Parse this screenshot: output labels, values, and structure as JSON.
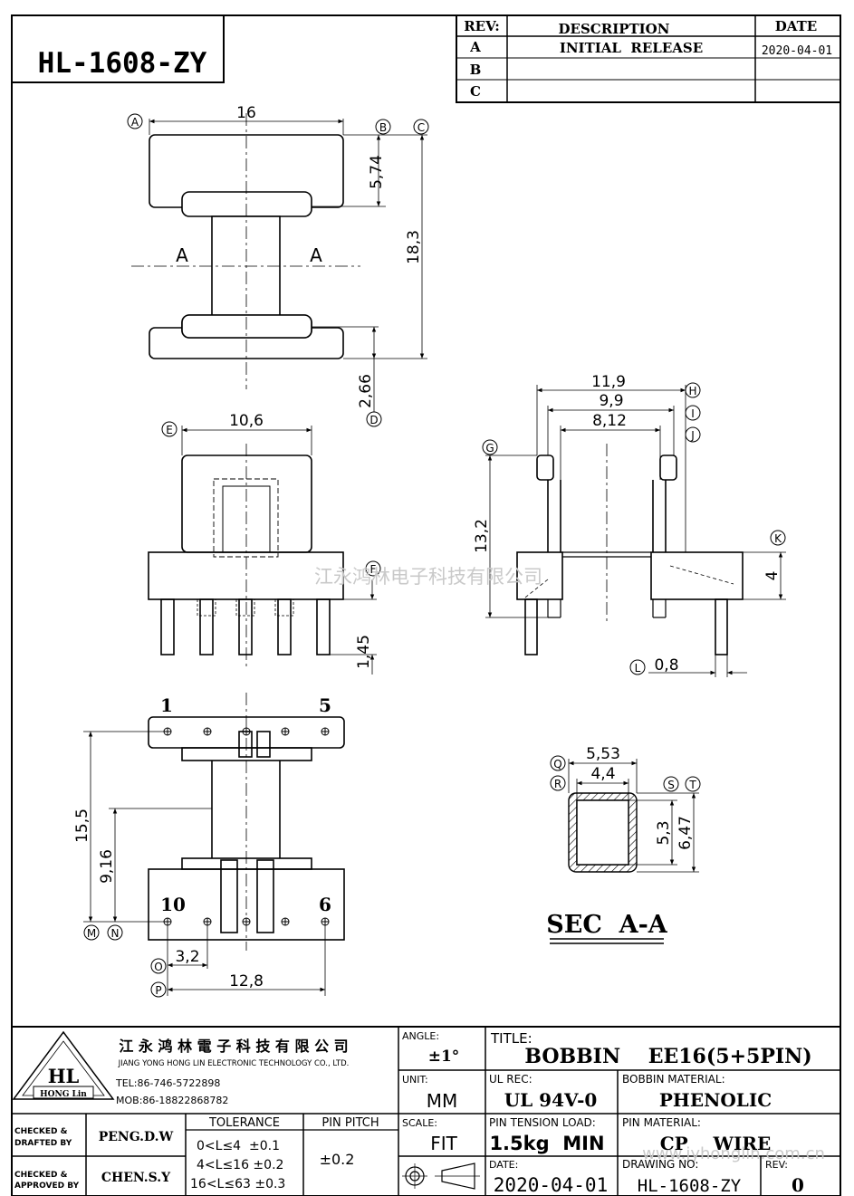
{
  "part_no": "HL-1608-ZY",
  "rev_table": {
    "headers": [
      "REV:",
      "DESCRIPTION",
      "DATE"
    ],
    "rows": [
      {
        "rev": "A",
        "desc": "INITIAL  RELEASE",
        "date": "2020-04-01"
      },
      {
        "rev": "B",
        "desc": "",
        "date": ""
      },
      {
        "rev": "C",
        "desc": "",
        "date": ""
      }
    ]
  },
  "top_view": {
    "dims": {
      "width": "16",
      "flange": "5,74",
      "height": "18,3",
      "base": "2,66"
    },
    "refs": {
      "a": "A",
      "b": "B",
      "c": "C",
      "d": "D"
    },
    "section_marks": [
      "A",
      "A"
    ]
  },
  "front_view": {
    "dims": {
      "width": "10,6",
      "pin_len": "1,45"
    },
    "refs": {
      "e": "E",
      "f": "F"
    }
  },
  "side_view": {
    "dims": {
      "w1": "11,9",
      "w2": "9,9",
      "w3": "8,12",
      "h": "13,2",
      "step": "4",
      "pin": "0,8"
    },
    "refs": {
      "g": "G",
      "h": "H",
      "i": "I",
      "j": "J",
      "k": "K",
      "l": "L"
    }
  },
  "bottom_view": {
    "pins": {
      "p1": "1",
      "p5": "5",
      "p10": "10",
      "p6": "6"
    },
    "dims": {
      "len": "15,5",
      "inner": "9,16",
      "pitch": "3,2",
      "span": "12,8"
    },
    "refs": {
      "m": "M",
      "n": "N",
      "o": "O",
      "p": "P"
    }
  },
  "section_view": {
    "title": "SEC  A-A",
    "dims": {
      "w1": "5,53",
      "w2": "4,4",
      "h1": "5,3",
      "h2": "6,47"
    },
    "refs": {
      "q": "Q",
      "r": "R",
      "s": "S",
      "t": "T"
    }
  },
  "watermark": "江永鸿林电子科技有限公司",
  "watermark_url": "www.jyhonglin.com.cn",
  "title_block": {
    "company_cn": "江 永 鸿 林 電 子 科 技 有 限 公 司",
    "company_en": "JIANG YONG HONG LIN ELECTRONIC TECHNOLOGY CO., LTD.",
    "logo_text": "HL",
    "logo_sub": "HONG Lin",
    "tel": "TEL:86-746-5722898",
    "mob": "MOB:86-18822868782",
    "angle_label": "ANGLE:",
    "angle": "±1°",
    "title_label": "TITLE:",
    "title": "BOBBIN    EE16(5+5PIN)",
    "unit_label": "UNIT:",
    "unit": "MM",
    "ul_label": "UL REC:",
    "ul": "UL 94V-0",
    "bobbin_mat_label": "BOBBIN MATERIAL:",
    "bobbin_mat": "PHENOLIC",
    "checked_drafted_label": "CHECKED & DRAFTED BY",
    "checked_drafted": "PENG.D.W",
    "checked_approved_label": "CHECKED & APPROVED BY",
    "checked_approved": "CHEN.S.Y",
    "tolerance_label": "TOLERANCE",
    "tol_rows": [
      "0<L≤4  ±0.1",
      "4<L≤16 ±0.2",
      "16<L≤63 ±0.3"
    ],
    "pin_pitch_label": "PIN PITCH",
    "pin_pitch": "±0.2",
    "scale_label": "SCALE:",
    "scale": "FIT",
    "tension_label": "PIN TENSION LOAD:",
    "tension": "1.5kg  MIN",
    "pin_mat_label": "PIN MATERIAL:",
    "pin_mat": "CP    WIRE",
    "date_label": "DATE:",
    "date": "2020-04-01",
    "drawing_label": "DRAWING NO:",
    "drawing": "HL-1608-ZY",
    "rev_label": "REV:",
    "rev": "0"
  }
}
